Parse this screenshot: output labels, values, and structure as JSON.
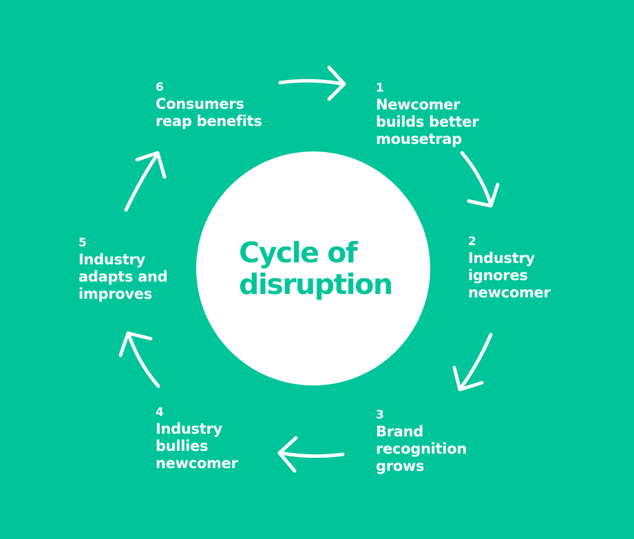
{
  "diagram": {
    "title_lines": [
      "Cycle of",
      "disruption"
    ],
    "colors": {
      "background": "#00c49a",
      "circle": "#ffffff",
      "text": "#ffffff",
      "title": "#00c49a"
    },
    "steps": [
      {
        "number": "1",
        "text": "Newcomer\nbuilds better\nmousetrap"
      },
      {
        "number": "2",
        "text": "Industry\nignores\nnewcomer"
      },
      {
        "number": "3",
        "text": "Brand\nrecognition\ngrows"
      },
      {
        "number": "4",
        "text": "Industry\nbullies\nnewcomer"
      },
      {
        "number": "5",
        "text": "Industry\nadapts and\nimproves"
      },
      {
        "number": "6",
        "text": "Consumers\nreap benefits"
      }
    ]
  }
}
